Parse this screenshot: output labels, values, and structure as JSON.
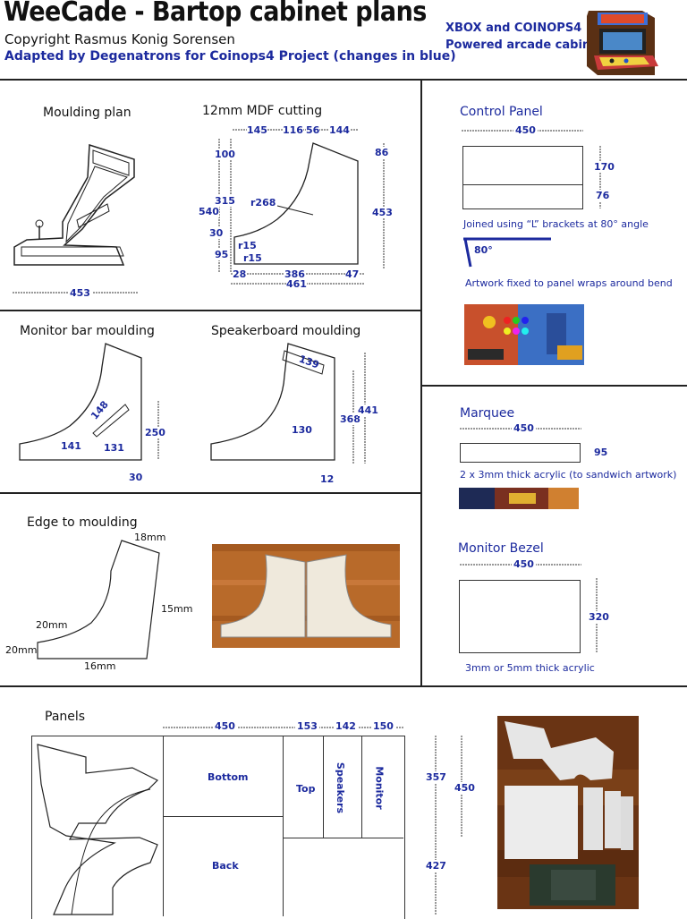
{
  "header": {
    "title": "WeeCade - Bartop cabinet plans",
    "copyright": "Copyright Rasmus Konig Sorensen",
    "adapted": "Adapted by Degenatrons for Coinops4 Project (changes in blue)",
    "xbox_line1": "XBOX and COINOPS4",
    "xbox_line2": "Powered arcade cabinet"
  },
  "moulding_plan": {
    "title": "Moulding plan",
    "width": "453"
  },
  "mdf_cutting": {
    "title": "12mm MDF cutting",
    "top_dims": [
      "145",
      "116",
      "56",
      "144"
    ],
    "left_dims": [
      "100",
      "315",
      "540",
      "30",
      "95"
    ],
    "right_dims": [
      "86",
      "453"
    ],
    "radii": [
      "r268",
      "r15",
      "r15"
    ],
    "bottom_dims": [
      "28",
      "386",
      "47",
      "461"
    ]
  },
  "control_panel": {
    "title": "Control Panel",
    "width": "450",
    "heights": [
      "170",
      "76"
    ],
    "joined_note": "Joined using “L” brackets at 80° angle",
    "angle": "80°",
    "artwork_note": "Artwork fixed to panel wraps around bend"
  },
  "monitor_bar": {
    "title": "Monitor bar moulding",
    "dims": [
      "148",
      "141",
      "131",
      "250",
      "30"
    ]
  },
  "speakerboard": {
    "title": "Speakerboard moulding",
    "dims": [
      "139",
      "130",
      "368",
      "441",
      "12"
    ]
  },
  "marquee": {
    "title": "Marquee",
    "width": "450",
    "height": "95",
    "note": "2 x 3mm thick acrylic (to sandwich artwork)"
  },
  "edge_moulding": {
    "title": "Edge to moulding",
    "dims": [
      "18mm",
      "20mm",
      "20mm",
      "15mm",
      "16mm"
    ]
  },
  "monitor_bezel": {
    "title": "Monitor Bezel",
    "width": "450",
    "height": "320",
    "note": "3mm or 5mm thick acrylic"
  },
  "panels": {
    "title": "Panels",
    "top_dims": [
      "450",
      "153",
      "142",
      "150"
    ],
    "labels": [
      "Bottom",
      "Back",
      "Top",
      "Speakers",
      "Monitor"
    ],
    "right_dims": [
      "357",
      "450",
      "427"
    ]
  }
}
